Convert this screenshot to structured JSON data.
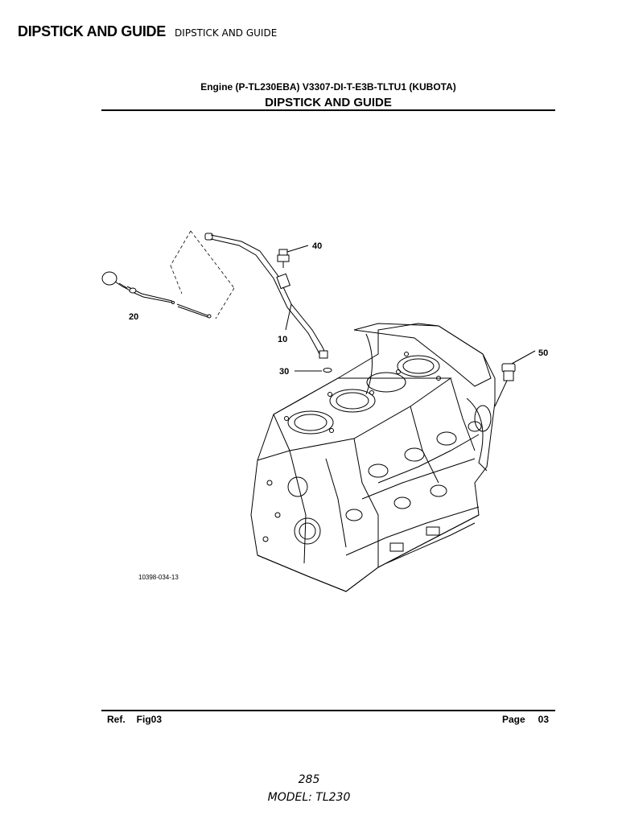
{
  "header": {
    "title": "DIPSTICK AND GUIDE",
    "subtitle": "DIPSTICK AND GUIDE"
  },
  "figure": {
    "engine_title": "Engine (P-TL230EBA) V3307-DI-T-E3B-TLTU1 (KUBOTA)",
    "section_title": "DIPSTICK AND GUIDE",
    "callouts": [
      "40",
      "20",
      "10",
      "50",
      "30"
    ],
    "figure_code": "10398-034-13"
  },
  "footer": {
    "ref_label": "Ref.",
    "ref_value": "Fig03",
    "page_label": "Page",
    "page_value": "03"
  },
  "page": {
    "number": "285",
    "model": "MODEL: TL230"
  }
}
